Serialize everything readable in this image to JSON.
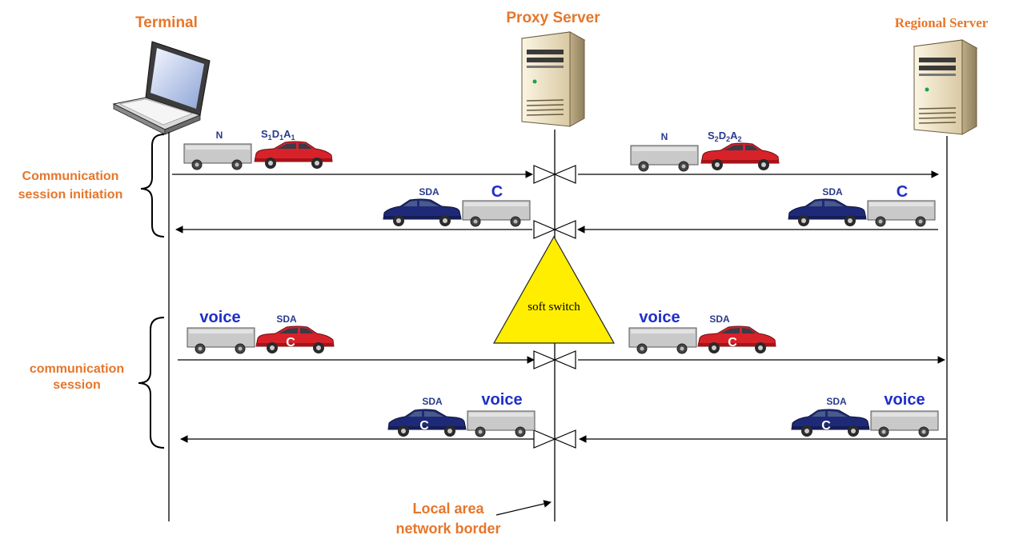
{
  "nodes": {
    "terminal": "Terminal",
    "proxy": "Proxy Server",
    "regional": "Regional Server"
  },
  "phases": {
    "initiation_line1": "Communication",
    "initiation_line2": "session initiation",
    "session_line1": "communication",
    "session_line2": "session"
  },
  "switch_label": "soft switch",
  "border_label_line1": "Local area",
  "border_label_line2": "network border",
  "packets": {
    "n": "N",
    "s1": "S",
    "d1": "D",
    "a1": "A",
    "sub1": "1",
    "s2": "S",
    "d2": "D",
    "a2": "A",
    "sub2": "2",
    "sda": "SDA",
    "c": "C",
    "voice": "voice"
  },
  "colors": {
    "label_orange": "#e6762a",
    "packet_navy": "#2a3a8c",
    "voice_blue": "#1f2ec8",
    "car_red": "#d8222a",
    "car_navy": "#1e2a78",
    "trailer_gray": "#c9c9c9",
    "switch_yellow": "#ffee00"
  },
  "icons": [
    "laptop-icon",
    "server-icon",
    "car-icon",
    "trailer-icon",
    "valve-icon",
    "brace-icon"
  ]
}
